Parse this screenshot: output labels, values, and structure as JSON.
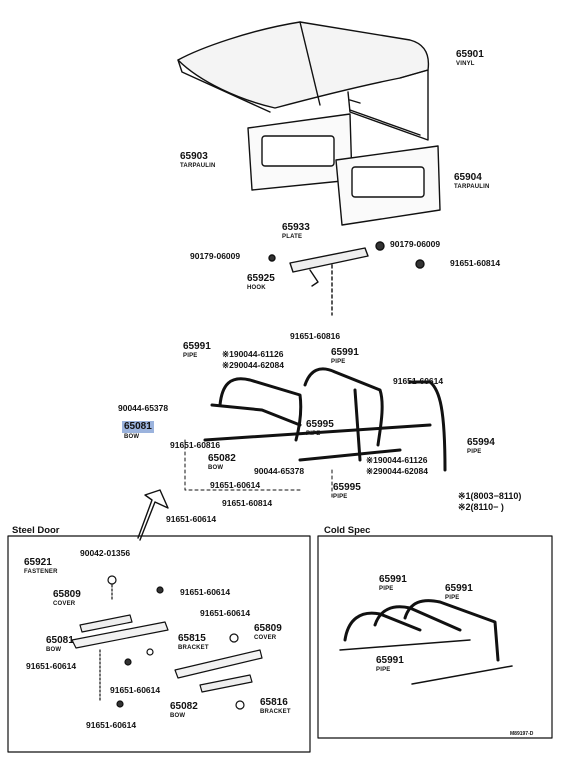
{
  "parts": {
    "p65901": {
      "num": "65901",
      "name": "VINYL"
    },
    "p65903": {
      "num": "65903",
      "name": "TARPAULIN"
    },
    "p65904": {
      "num": "65904",
      "name": "TARPAULIN"
    },
    "p65933": {
      "num": "65933",
      "name": "PLATE"
    },
    "p65925": {
      "num": "65925",
      "name": "HOOK"
    },
    "p90179a": "90179-06009",
    "p90179b": "90179-06009",
    "p91651_top": "91651-60814",
    "p65991a": {
      "num": "65991",
      "name": "PIPE"
    },
    "p91651_mid1": "91651-60816",
    "p190044a": "※190044-61126",
    "p290044a": "※290044-62084",
    "p65991b": {
      "num": "65991",
      "name": "PIPE"
    },
    "p91651_mid2": "91651-60614",
    "p90044a": "90044-65378",
    "p65081": {
      "num": "65081",
      "name": "BOW"
    },
    "p91651_mid3": "91651-60816",
    "p65995a": {
      "num": "65995",
      "name": "PIPE"
    },
    "p65082": {
      "num": "65082",
      "name": "BOW"
    },
    "p90044b": "90044-65378",
    "p91651_mid4": "91651-60614",
    "p65994": {
      "num": "65994",
      "name": "PIPE"
    },
    "p190044b": "※190044-61126",
    "p290044b": "※290044-62084",
    "p91651_mid5": "91651-60814",
    "p65995b": {
      "num": "65995",
      "name": "PIPE"
    },
    "p91651_mid6": "91651-60614"
  },
  "legend": {
    "line1": "※1(8003−8110)",
    "line2": "※2(8110−      )"
  },
  "steel_door": {
    "title": "Steel Door",
    "p90042": "90042-01356",
    "p65921": {
      "num": "65921",
      "name": "FASTENER"
    },
    "p91651a": "91651-60614",
    "p65809a": {
      "num": "65809",
      "name": "COVER"
    },
    "p91651b": "91651-60614",
    "p65809b": {
      "num": "65809",
      "name": "COVER"
    },
    "p65081": {
      "num": "65081",
      "name": "BOW"
    },
    "p65815": {
      "num": "65815",
      "name": "BRACKET"
    },
    "p91651c": "91651-60614",
    "p91651d": "91651-60614",
    "p65082": {
      "num": "65082",
      "name": "BOW"
    },
    "p65816": {
      "num": "65816",
      "name": "BRACKET"
    },
    "p91651e": "91651-60614"
  },
  "cold_spec": {
    "title": "Cold Spec",
    "p65991a": {
      "num": "65991",
      "name": "PIPE"
    },
    "p65991b": {
      "num": "65991",
      "name": "PIPE"
    },
    "p65991c": {
      "num": "65991",
      "name": "PIPE"
    }
  },
  "drawing_code": "M89197-D"
}
